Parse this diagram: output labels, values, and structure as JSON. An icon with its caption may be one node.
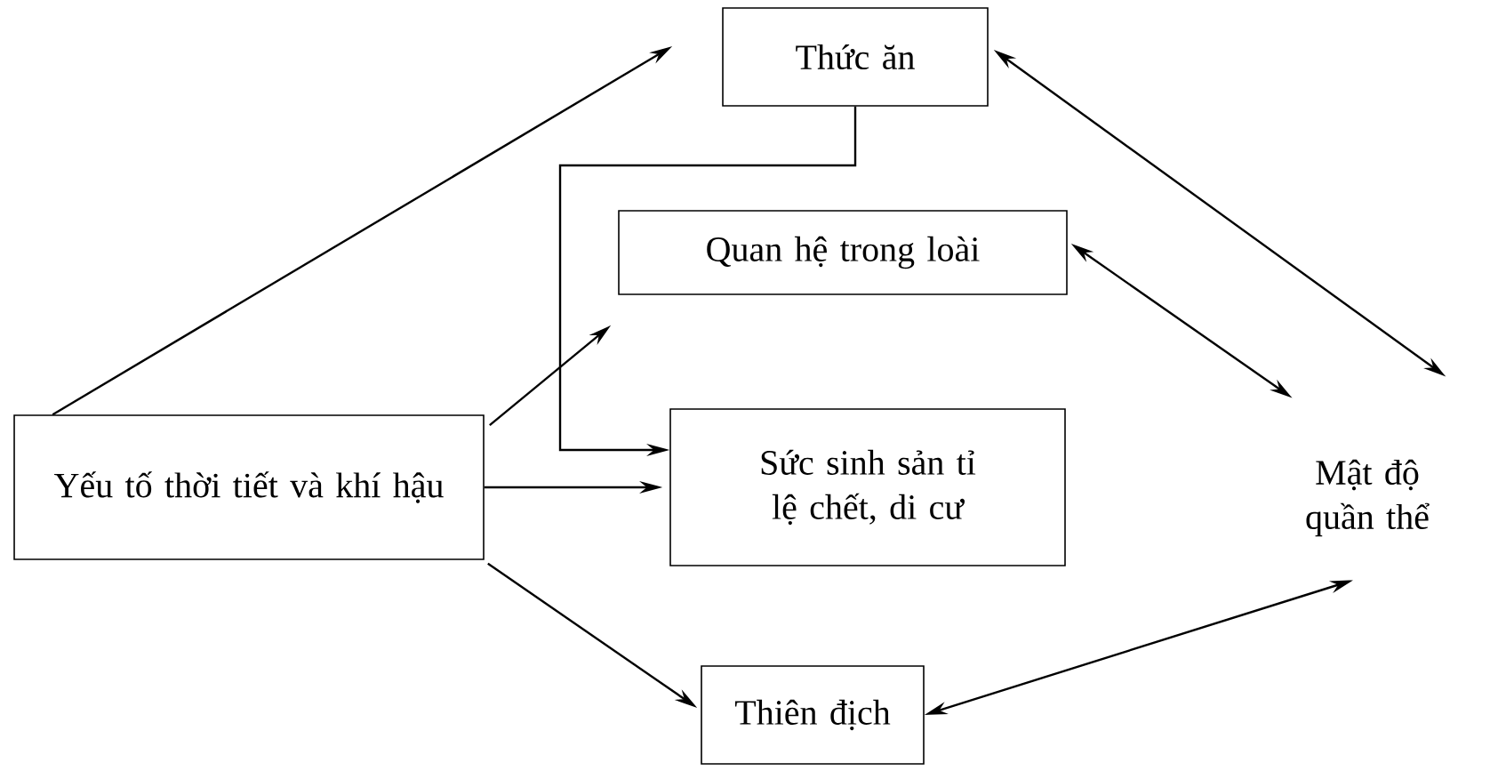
{
  "diagram": {
    "nodes": [
      {
        "text": [
          "Thức ăn"
        ]
      },
      {
        "text": [
          "Quan hệ trong loài"
        ]
      },
      {
        "text": [
          "Yếu tố thời tiết và khí hậu"
        ]
      },
      {
        "text": [
          "Sức sinh sản tỉ lệ chết, di cư"
        ]
      },
      {
        "text": [
          "Mật độ quần thể"
        ]
      },
      {
        "text": [
          "Thiên địch"
        ]
      }
    ],
    "edges": [
      {
        "from": 2,
        "to": 0,
        "arrow": "to"
      },
      {
        "from": 0,
        "to": 4,
        "arrow": "both"
      },
      {
        "from": 0,
        "to": 3,
        "arrow": "to"
      },
      {
        "from": 2,
        "to": 1,
        "arrow": "to"
      },
      {
        "from": 2,
        "to": 3,
        "arrow": "to"
      },
      {
        "from": 2,
        "to": 5,
        "arrow": "to"
      },
      {
        "from": 1,
        "to": 4,
        "arrow": "both"
      },
      {
        "from": 5,
        "to": 4,
        "arrow": "both"
      }
    ]
  }
}
